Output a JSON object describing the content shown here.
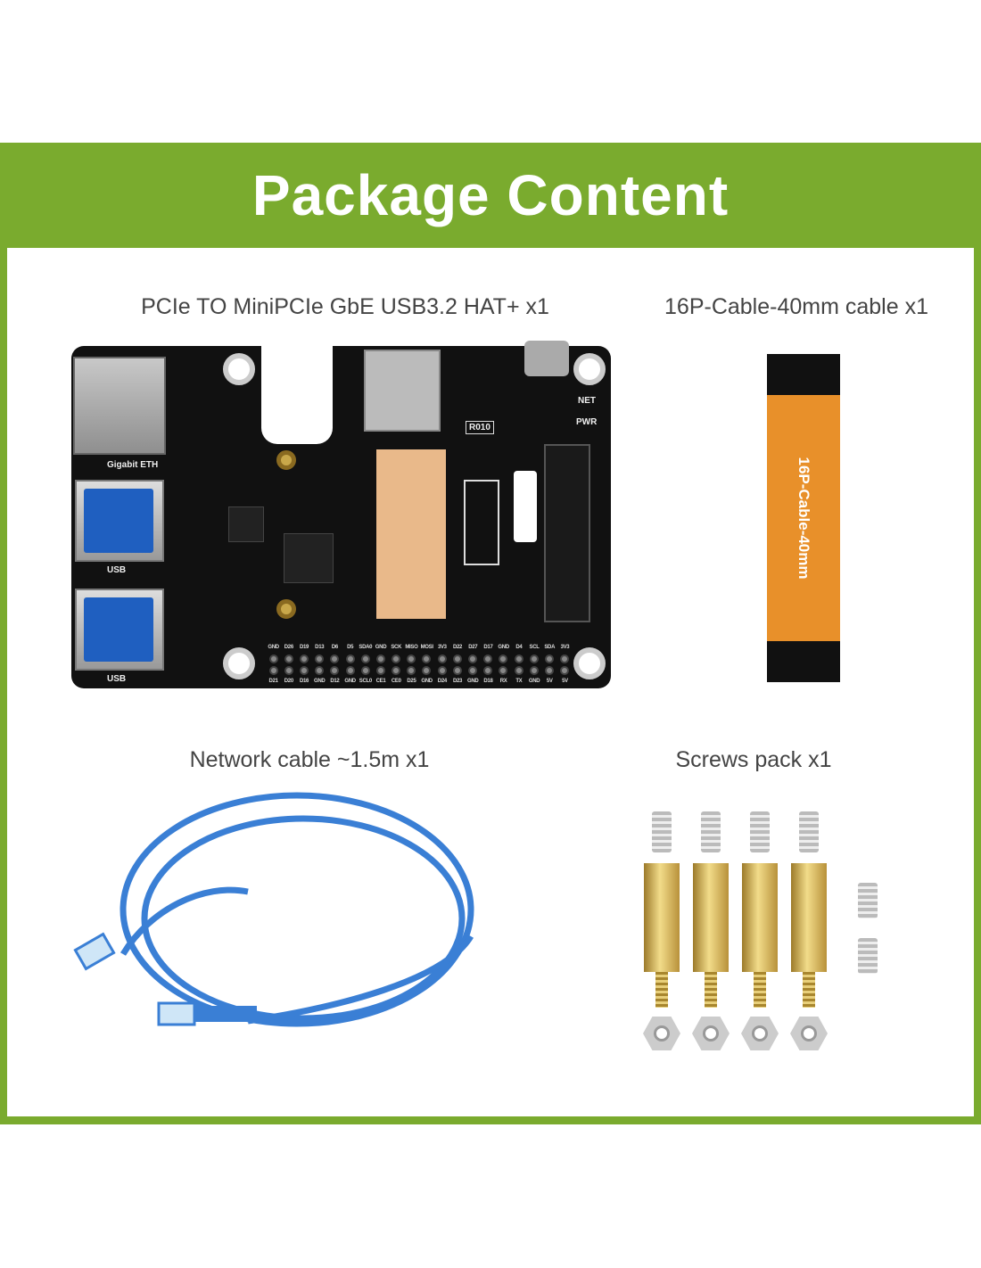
{
  "header": {
    "title": "Package Content"
  },
  "items": [
    {
      "label": "PCIe TO MiniPCIe GbE USB3.2 HAT+ x1"
    },
    {
      "label": "16P-Cable-40mm cable x1"
    },
    {
      "label": "Network cable ~1.5m x1"
    },
    {
      "label": "Screws pack x1"
    }
  ],
  "board": {
    "silk": {
      "eth": "Gigabit ETH",
      "usb1": "USB",
      "usb2": "USB",
      "net": "NET",
      "pwr": "PWR",
      "res": "R010"
    },
    "pins_top": [
      "GND",
      "D26",
      "D19",
      "D13",
      "D6",
      "D5",
      "SDA0",
      "GND",
      "SCK",
      "MISO",
      "MOSI",
      "3V3",
      "D22",
      "D27",
      "D17",
      "GND",
      "D4",
      "SCL",
      "SDA",
      "3V3"
    ],
    "pins_bottom": [
      "D21",
      "D20",
      "D16",
      "GND",
      "D12",
      "GND",
      "SCL0",
      "CE1",
      "CE0",
      "D25",
      "GND",
      "D24",
      "D23",
      "GND",
      "D18",
      "RX",
      "TX",
      "GND",
      "5V",
      "5V"
    ]
  },
  "cable": {
    "print": "16P-Cable-40mm"
  },
  "colors": {
    "brand_green": "#7aab2e",
    "cable_orange": "#e8902a",
    "network_blue": "#3a7fd5"
  }
}
